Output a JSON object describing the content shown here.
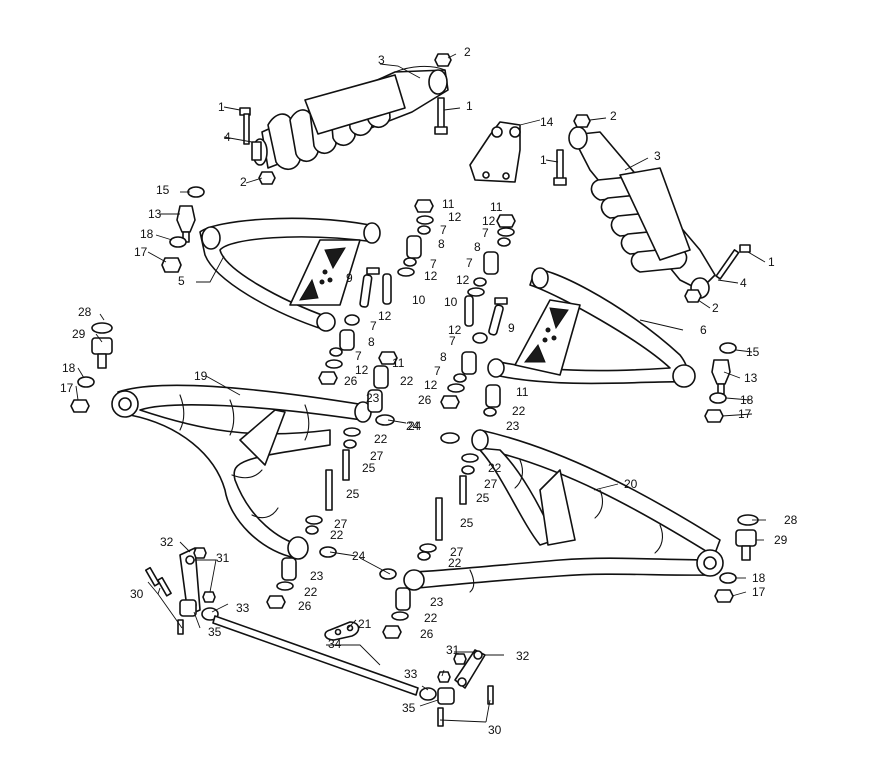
{
  "diagram": {
    "type": "exploded-parts-diagram",
    "colors": {
      "line": "#111111",
      "background": "#ffffff"
    },
    "callouts": [
      {
        "id": "c1",
        "label": "1"
      },
      {
        "id": "c2",
        "label": "1"
      },
      {
        "id": "c3",
        "label": "1"
      },
      {
        "id": "c4",
        "label": "1"
      },
      {
        "id": "c5",
        "label": "2"
      },
      {
        "id": "c6",
        "label": "2"
      },
      {
        "id": "c7",
        "label": "2"
      },
      {
        "id": "c8",
        "label": "2"
      },
      {
        "id": "c9",
        "label": "3"
      },
      {
        "id": "c10",
        "label": "3"
      },
      {
        "id": "c11",
        "label": "4"
      },
      {
        "id": "c12",
        "label": "4"
      },
      {
        "id": "c13",
        "label": "5"
      },
      {
        "id": "c14",
        "label": "6"
      },
      {
        "id": "c15",
        "label": "7"
      },
      {
        "id": "c16",
        "label": "7"
      },
      {
        "id": "c17",
        "label": "7"
      },
      {
        "id": "c18",
        "label": "7"
      },
      {
        "id": "c19",
        "label": "7"
      },
      {
        "id": "c20",
        "label": "7"
      },
      {
        "id": "c21",
        "label": "7"
      },
      {
        "id": "c22",
        "label": "7"
      },
      {
        "id": "c23",
        "label": "8"
      },
      {
        "id": "c24",
        "label": "8"
      },
      {
        "id": "c25",
        "label": "8"
      },
      {
        "id": "c26",
        "label": "8"
      },
      {
        "id": "c27",
        "label": "9"
      },
      {
        "id": "c28",
        "label": "9"
      },
      {
        "id": "c29",
        "label": "10"
      },
      {
        "id": "c30",
        "label": "10"
      },
      {
        "id": "c31",
        "label": "11"
      },
      {
        "id": "c32",
        "label": "11"
      },
      {
        "id": "c33",
        "label": "11"
      },
      {
        "id": "c34",
        "label": "11"
      },
      {
        "id": "c35",
        "label": "12"
      },
      {
        "id": "c36",
        "label": "12"
      },
      {
        "id": "c37",
        "label": "12"
      },
      {
        "id": "c38",
        "label": "12"
      },
      {
        "id": "c39",
        "label": "12"
      },
      {
        "id": "c40",
        "label": "12"
      },
      {
        "id": "c41",
        "label": "12"
      },
      {
        "id": "c42",
        "label": "12"
      },
      {
        "id": "c43",
        "label": "13"
      },
      {
        "id": "c44",
        "label": "13"
      },
      {
        "id": "c45",
        "label": "14"
      },
      {
        "id": "c46",
        "label": "15"
      },
      {
        "id": "c47",
        "label": "15"
      },
      {
        "id": "c48",
        "label": "17"
      },
      {
        "id": "c49",
        "label": "17"
      },
      {
        "id": "c50",
        "label": "17"
      },
      {
        "id": "c51",
        "label": "17"
      },
      {
        "id": "c52",
        "label": "18"
      },
      {
        "id": "c53",
        "label": "18"
      },
      {
        "id": "c54",
        "label": "18"
      },
      {
        "id": "c55",
        "label": "18"
      },
      {
        "id": "c56",
        "label": "19"
      },
      {
        "id": "c57",
        "label": "20"
      },
      {
        "id": "c58",
        "label": "21"
      },
      {
        "id": "c59",
        "label": "22"
      },
      {
        "id": "c60",
        "label": "22"
      },
      {
        "id": "c61",
        "label": "22"
      },
      {
        "id": "c62",
        "label": "22"
      },
      {
        "id": "c63",
        "label": "22"
      },
      {
        "id": "c64",
        "label": "22"
      },
      {
        "id": "c65",
        "label": "22"
      },
      {
        "id": "c66",
        "label": "22"
      },
      {
        "id": "c67",
        "label": "23"
      },
      {
        "id": "c68",
        "label": "23"
      },
      {
        "id": "c69",
        "label": "23"
      },
      {
        "id": "c70",
        "label": "23"
      },
      {
        "id": "c71",
        "label": "24"
      },
      {
        "id": "c72",
        "label": "24"
      },
      {
        "id": "c73",
        "label": "24"
      },
      {
        "id": "c74",
        "label": "25"
      },
      {
        "id": "c75",
        "label": "25"
      },
      {
        "id": "c76",
        "label": "25"
      },
      {
        "id": "c77",
        "label": "25"
      },
      {
        "id": "c78",
        "label": "26"
      },
      {
        "id": "c79",
        "label": "26"
      },
      {
        "id": "c80",
        "label": "26"
      },
      {
        "id": "c81",
        "label": "26"
      },
      {
        "id": "c82",
        "label": "27"
      },
      {
        "id": "c83",
        "label": "27"
      },
      {
        "id": "c84",
        "label": "27"
      },
      {
        "id": "c85",
        "label": "27"
      },
      {
        "id": "c86",
        "label": "28"
      },
      {
        "id": "c87",
        "label": "28"
      },
      {
        "id": "c88",
        "label": "29"
      },
      {
        "id": "c89",
        "label": "29"
      },
      {
        "id": "c90",
        "label": "30"
      },
      {
        "id": "c91",
        "label": "30"
      },
      {
        "id": "c92",
        "label": "31"
      },
      {
        "id": "c93",
        "label": "31"
      },
      {
        "id": "c94",
        "label": "32"
      },
      {
        "id": "c95",
        "label": "32"
      },
      {
        "id": "c96",
        "label": "33"
      },
      {
        "id": "c97",
        "label": "33"
      },
      {
        "id": "c98",
        "label": "34"
      },
      {
        "id": "c99",
        "label": "35"
      },
      {
        "id": "c100",
        "label": "35"
      }
    ]
  }
}
